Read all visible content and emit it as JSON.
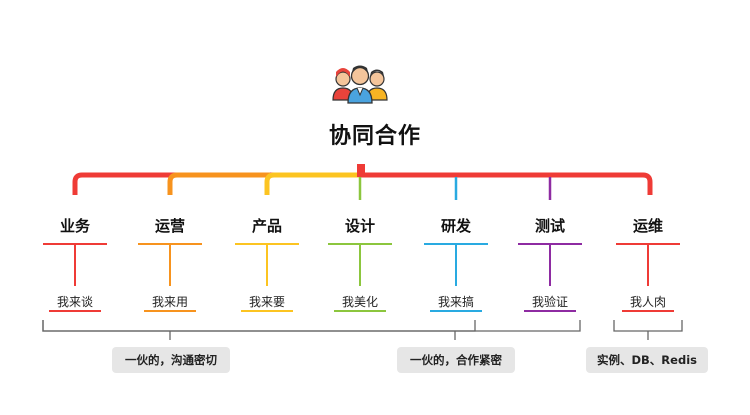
{
  "title": "协同合作",
  "icon": "team-people-icon",
  "colors": {
    "red": "#ef3b36",
    "orange": "#f7931e",
    "yellow": "#fcc421",
    "green": "#8cc63e",
    "blue": "#29aae1",
    "purple": "#8e2ba2",
    "bracket": "#666666"
  },
  "branches": [
    {
      "role": "业务",
      "duty": "我来谈",
      "color": "#ef3b36"
    },
    {
      "role": "运营",
      "duty": "我来用",
      "color": "#f7931e"
    },
    {
      "role": "产品",
      "duty": "我来要",
      "color": "#fcc421"
    },
    {
      "role": "设计",
      "duty": "我美化",
      "color": "#8cc63e"
    },
    {
      "role": "研发",
      "duty": "我来搞",
      "color": "#29aae1"
    },
    {
      "role": "测试",
      "duty": "我验证",
      "color": "#8e2ba2"
    },
    {
      "role": "运维",
      "duty": "我人肉",
      "color": "#ef3b36"
    }
  ],
  "groups": [
    {
      "label": "一伙的，沟通密切"
    },
    {
      "label": "一伙的，合作紧密"
    },
    {
      "label": "实例、DB、Redis"
    }
  ]
}
